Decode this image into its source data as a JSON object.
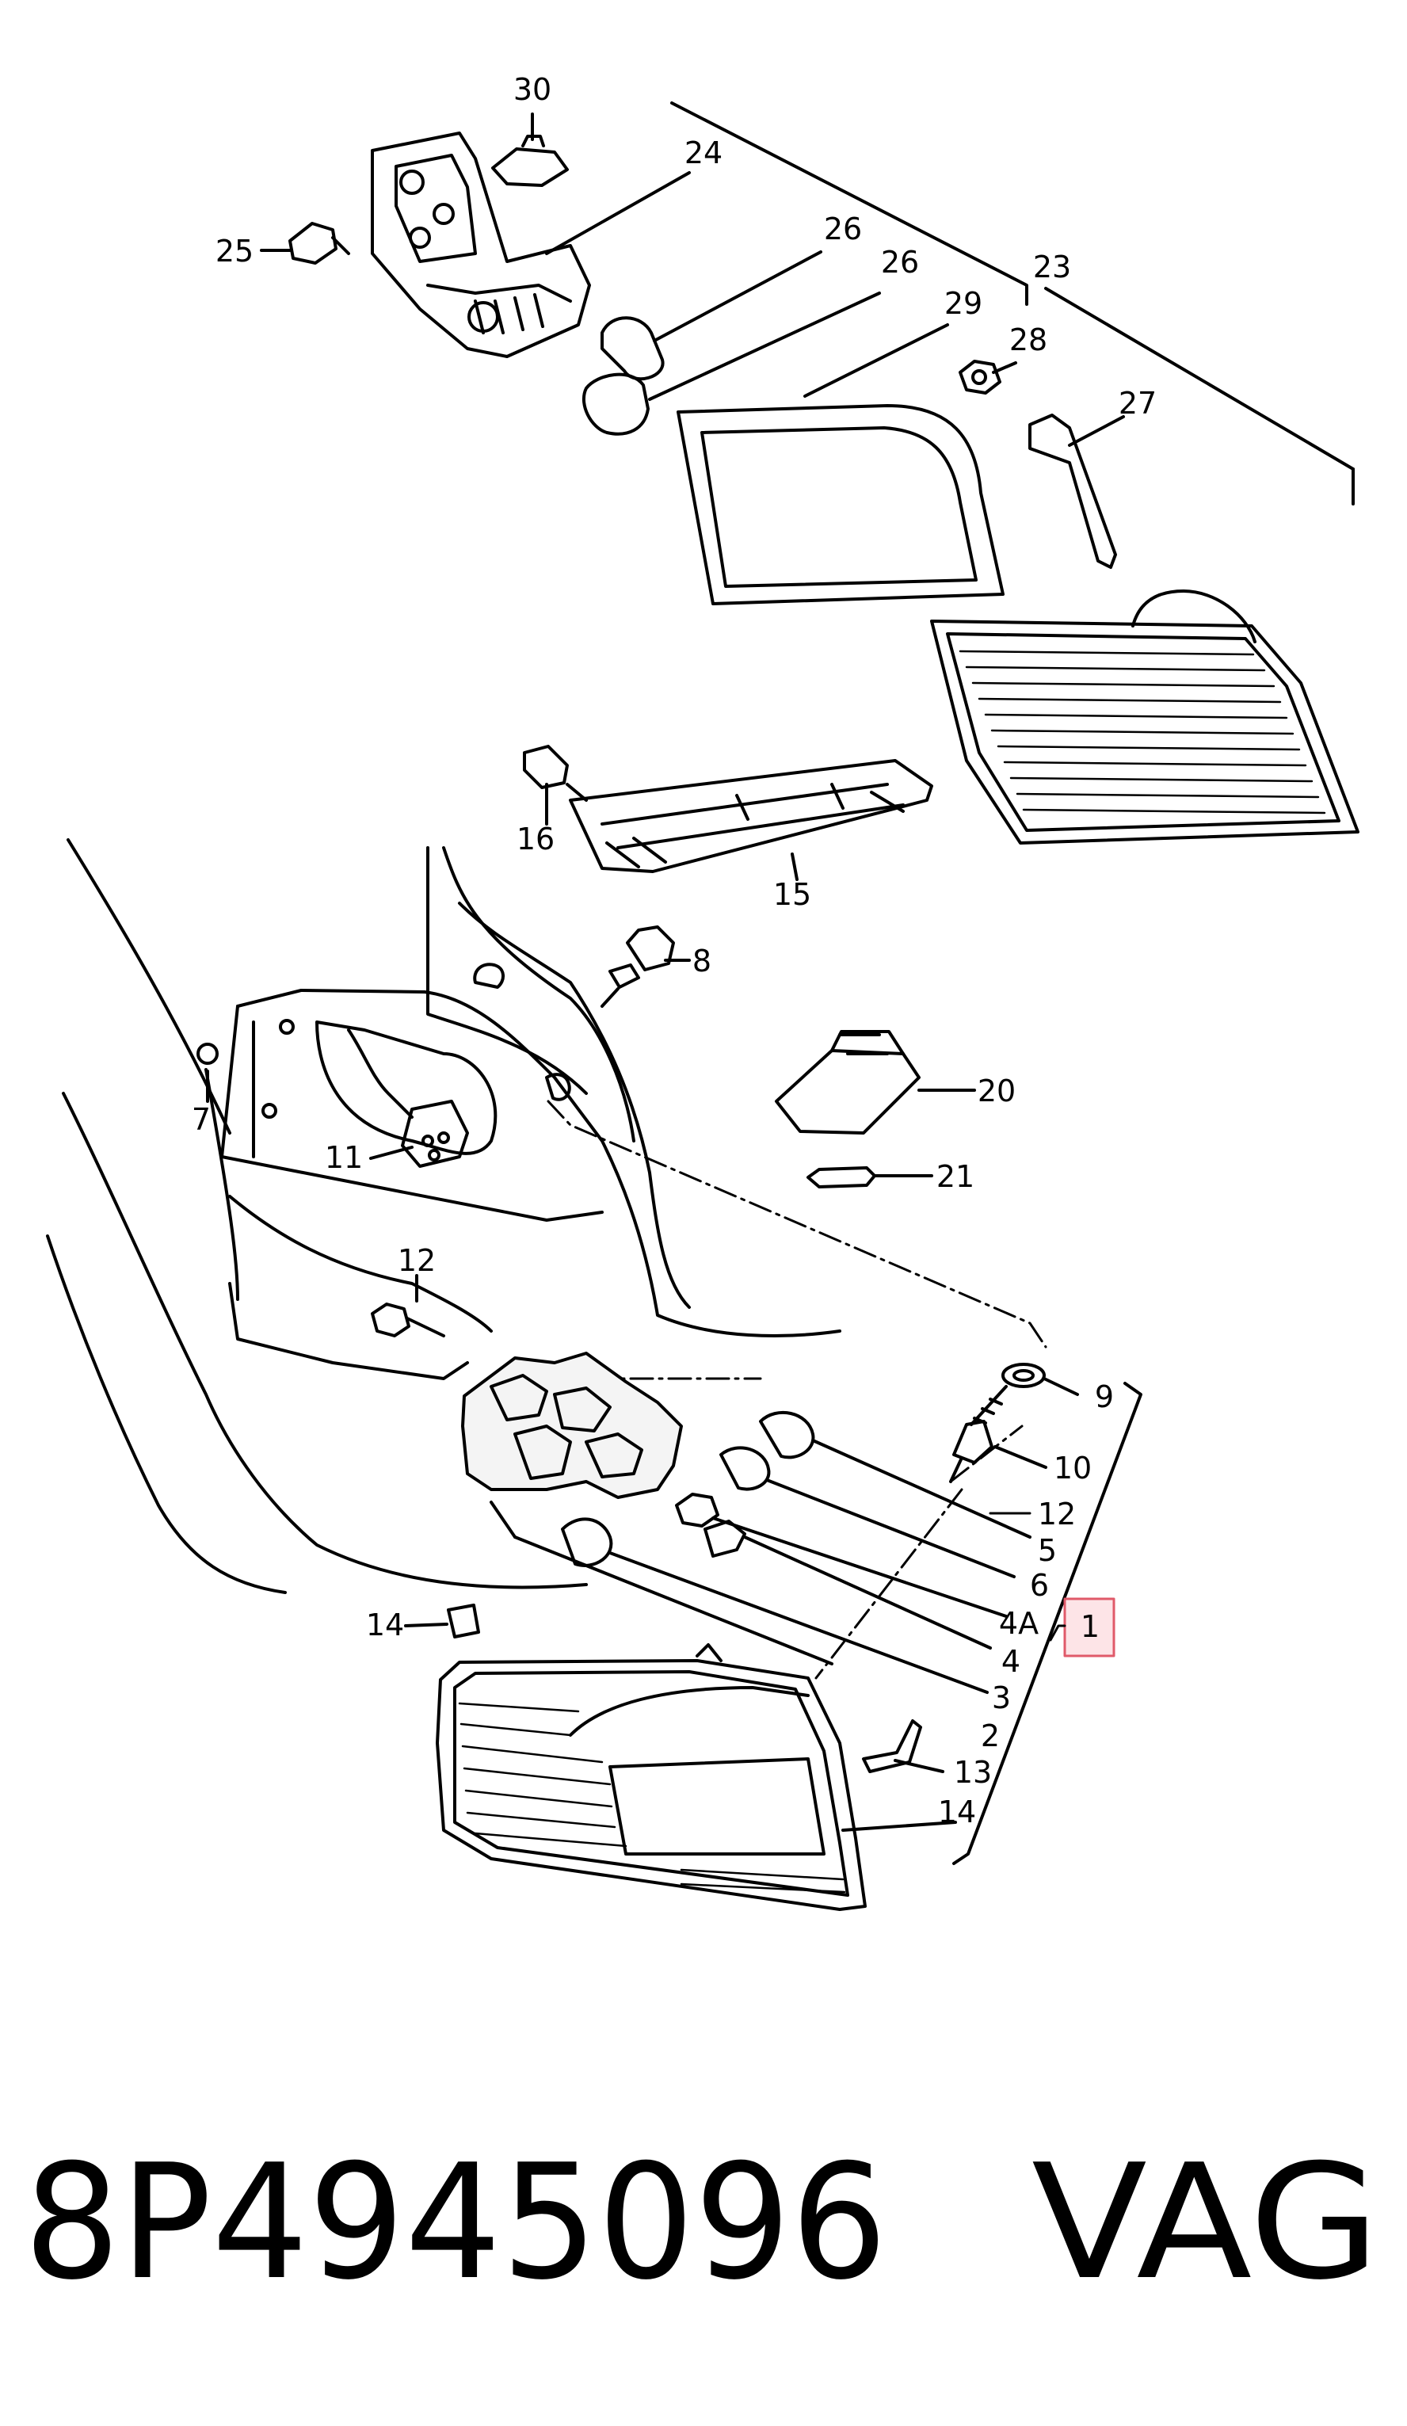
{
  "part_number": "8P4945096",
  "brand": "VAG",
  "highlighted_callout": "1",
  "callouts": {
    "c30": "30",
    "c24": "24",
    "c25": "25",
    "c26a": "26",
    "c26b": "26",
    "c23": "23",
    "c29": "29",
    "c28": "28",
    "c27": "27",
    "c16": "16",
    "c15": "15",
    "c8": "8",
    "c7": "7",
    "c11": "11",
    "c20": "20",
    "c21": "21",
    "c12a": "12",
    "c9": "9",
    "c10": "10",
    "c12b": "12",
    "c5": "5",
    "c6": "6",
    "c4A": "4A",
    "c1": "1",
    "c4": "4",
    "c3": "3",
    "c2": "2",
    "c14a": "14",
    "c13": "13",
    "c14b": "14"
  },
  "colors": {
    "highlight_stroke": "#e05a6a",
    "highlight_fill": "#fde4e7",
    "line": "#000000"
  }
}
